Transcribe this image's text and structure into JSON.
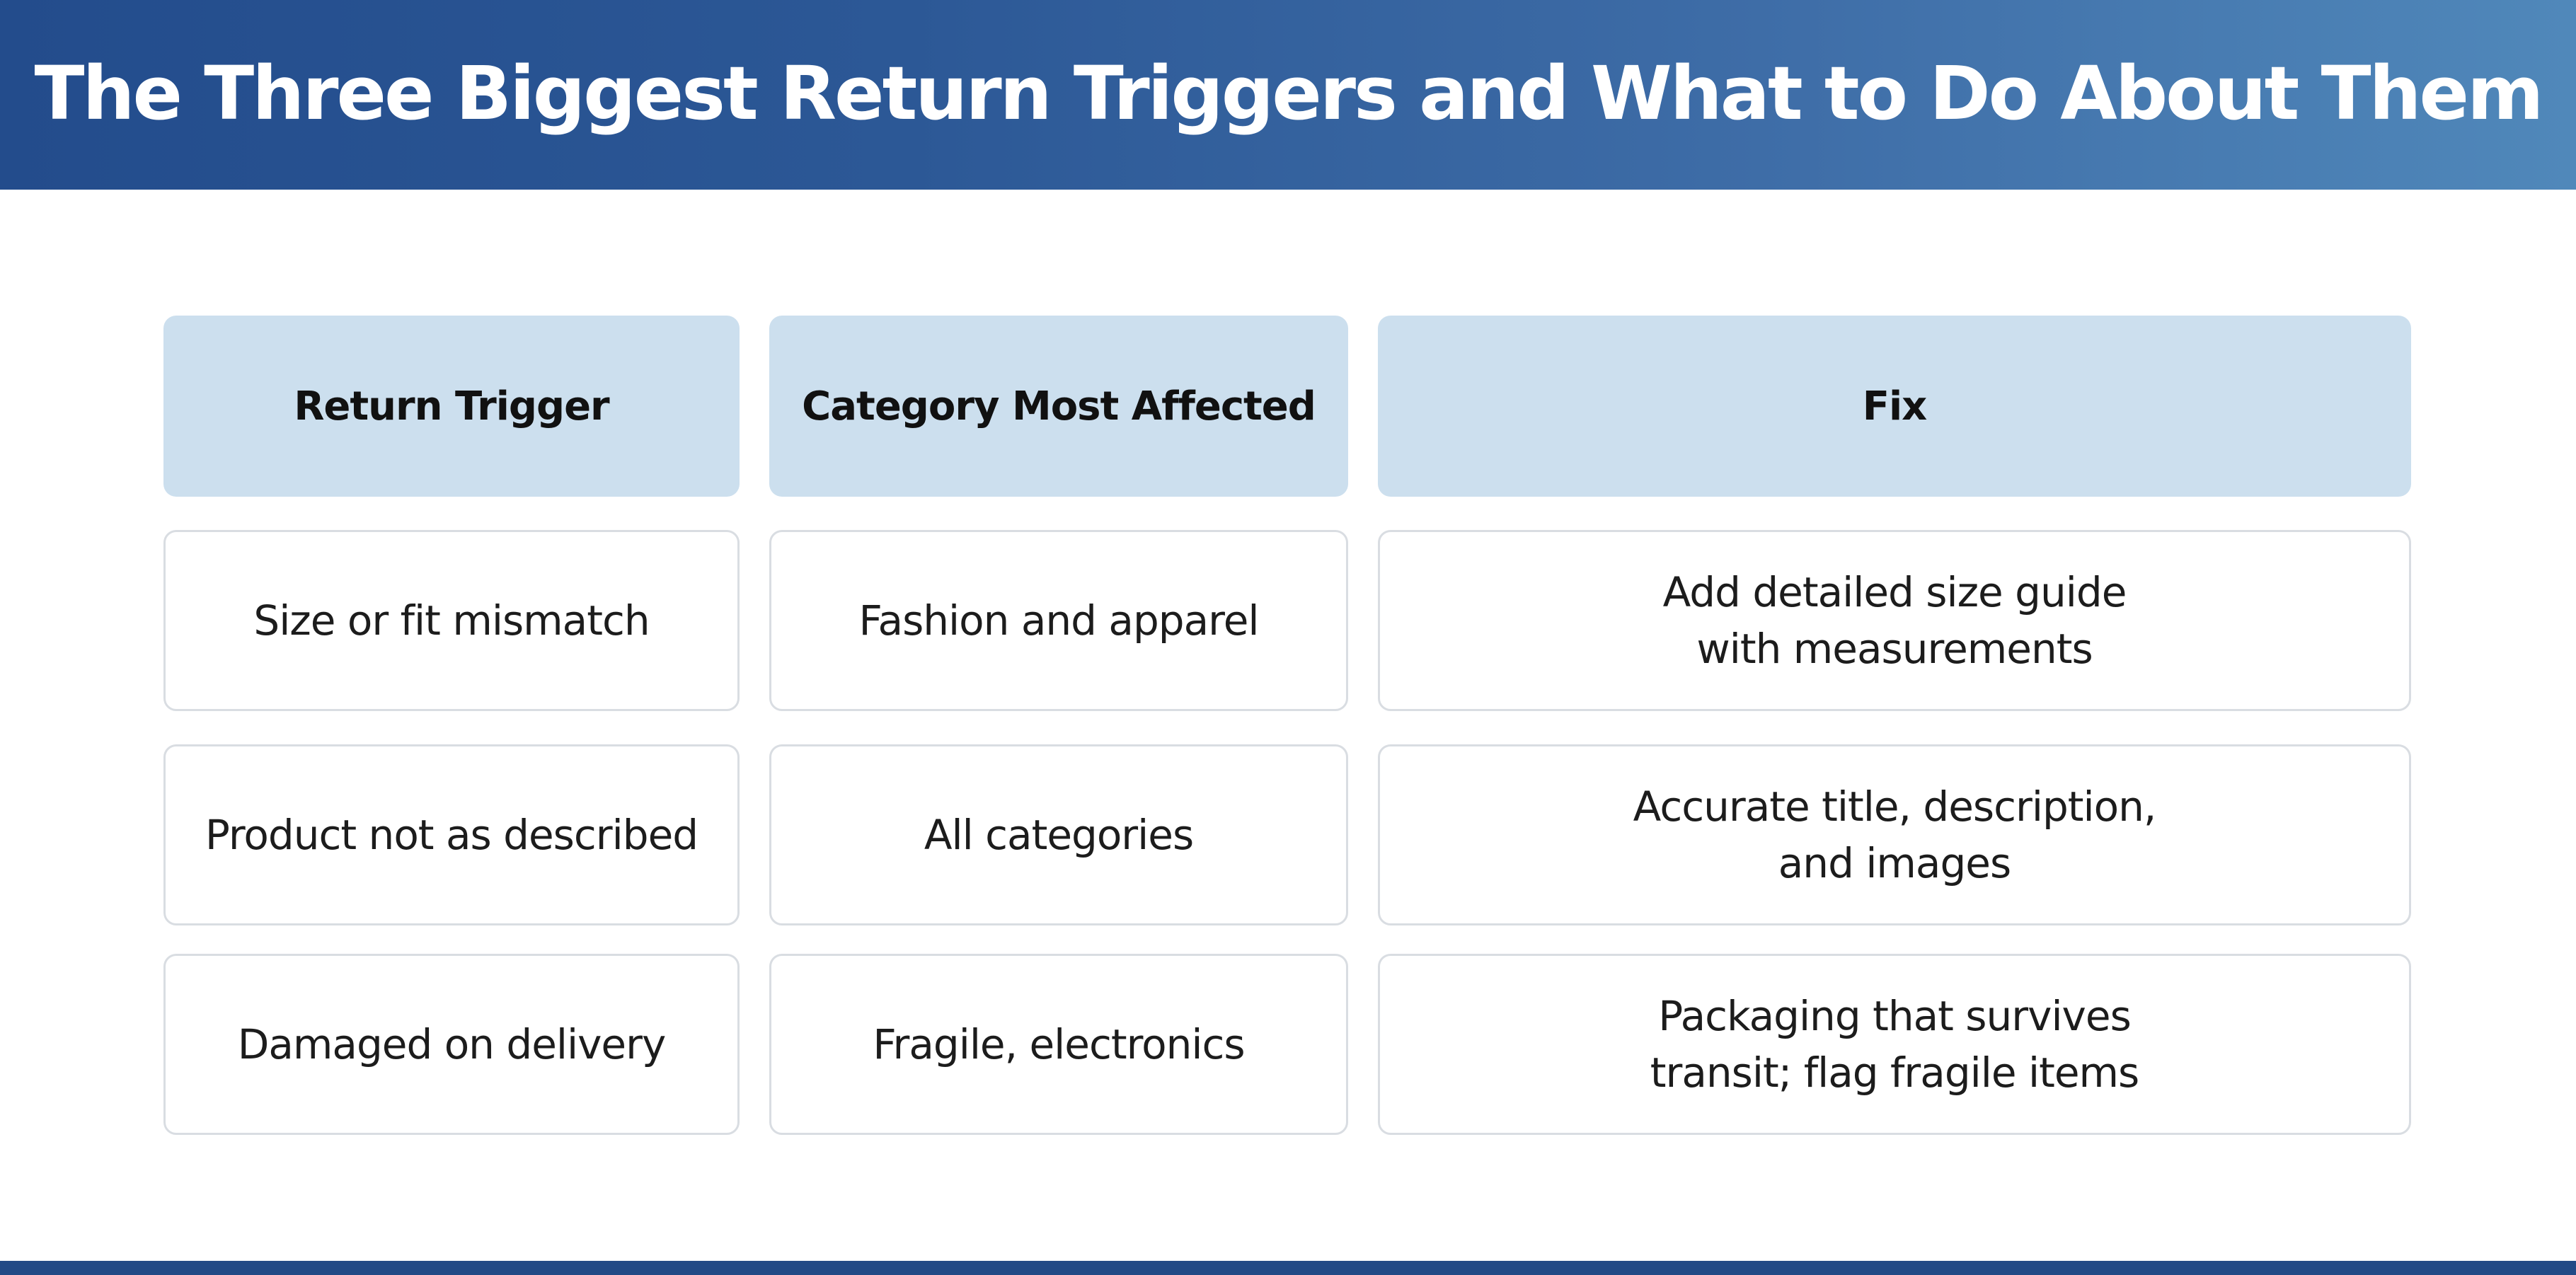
{
  "title": "The Three Biggest Return Triggers and What to Do About Them",
  "colors": {
    "banner_start": "#234c8c",
    "banner_end": "#5088ba",
    "header_cell": "#ccdfee",
    "cell_border": "#d9dde2",
    "footer_bar": "#224a86"
  },
  "table": {
    "headers": [
      "Return Trigger",
      "Category Most Affected",
      "Fix"
    ],
    "rows": [
      {
        "trigger": "Size or fit mismatch",
        "category": "Fashion and apparel",
        "fix_lines": [
          "Add detailed size guide",
          "with measurements"
        ]
      },
      {
        "trigger": "Product not as described",
        "category": "All categories",
        "fix_lines": [
          "Accurate title, description,",
          "and images"
        ]
      },
      {
        "trigger": "Damaged on delivery",
        "category": "Fragile, electronics",
        "fix_lines": [
          "Packaging that survives",
          "transit; flag fragile items"
        ]
      }
    ]
  }
}
